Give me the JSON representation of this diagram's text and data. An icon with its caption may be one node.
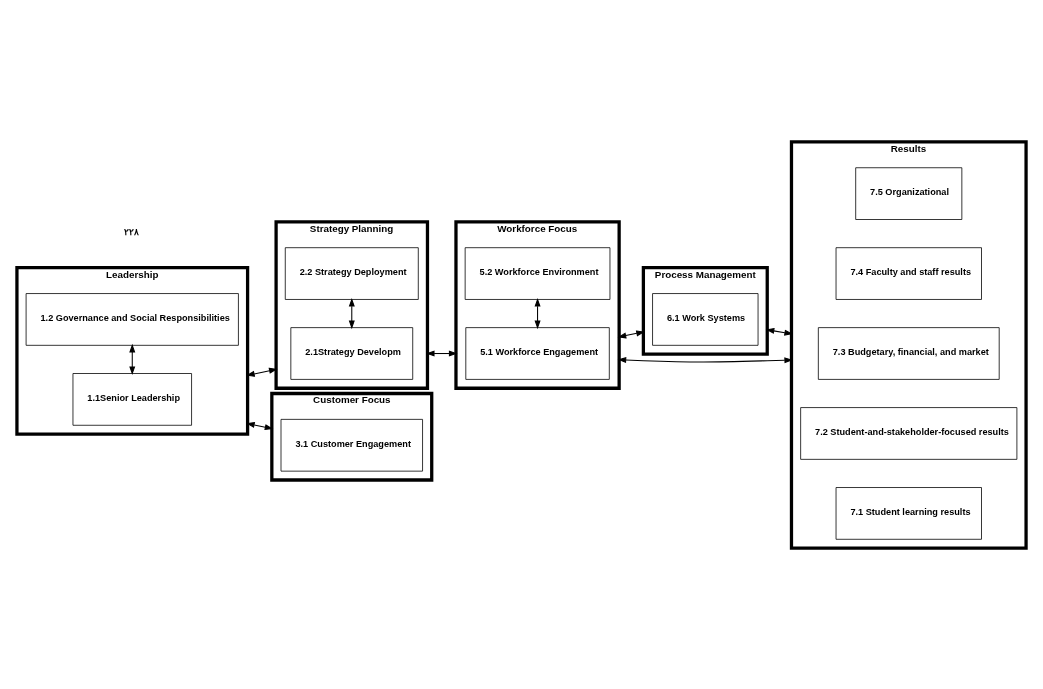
{
  "diagram": {
    "nodes": [
      {
        "text": [
          "Leadership"
        ]
      },
      {
        "text": [
          "1.1Senior Leadership"
        ],
        "in": 0
      },
      {
        "text": [
          "1.2 Governance and Social Responsibilities"
        ],
        "in": 0
      },
      {
        "text": [
          "Strategy Planning"
        ]
      },
      {
        "text": [
          "2.1Strategy Developm"
        ],
        "in": 3
      },
      {
        "text": [
          "2.2 Strategy Deployment"
        ],
        "in": 3
      },
      {
        "text": [
          "Customer Focus"
        ]
      },
      {
        "text": [
          "3.1 Customer Engagement"
        ],
        "in": 6
      },
      {
        "text": [
          "Workforce Focus"
        ]
      },
      {
        "text": [
          "5.1 Workforce Engagement"
        ],
        "in": 8
      },
      {
        "text": [
          "5.2 Workforce Environment"
        ],
        "in": 8
      },
      {
        "text": [
          "Process Management"
        ]
      },
      {
        "text": [
          "6.1 Work Systems"
        ],
        "in": 11
      },
      {
        "text": [
          "Results"
        ]
      },
      {
        "text": [
          "7.1 Student learning results"
        ],
        "in": 13
      },
      {
        "text": [
          "7.2 Student-and-stakeholder-focused results"
        ],
        "in": 13
      },
      {
        "text": [
          "7.3 Budgetary, financial, and market"
        ],
        "in": 13
      },
      {
        "text": [
          "7.4 Faculty and staff results"
        ],
        "in": 13
      },
      {
        "text": [
          "7.5 Organizational"
        ],
        "in": 13
      }
    ],
    "edges": [
      {
        "from": 1,
        "to": 2,
        "arrow": "both"
      },
      {
        "from": 4,
        "to": 5,
        "arrow": "both"
      },
      {
        "from": 9,
        "to": 10,
        "arrow": "both"
      },
      {
        "from": 0,
        "to": 3,
        "arrow": "both"
      },
      {
        "from": 0,
        "to": 6,
        "arrow": "both"
      },
      {
        "from": 3,
        "to": 8,
        "arrow": "both"
      },
      {
        "from": 8,
        "to": 11,
        "arrow": "both"
      },
      {
        "from": 8,
        "to": 13,
        "arrow": "both"
      },
      {
        "from": 11,
        "to": 13,
        "arrow": "both"
      }
    ],
    "labels": [
      "٢٢٨"
    ]
  }
}
